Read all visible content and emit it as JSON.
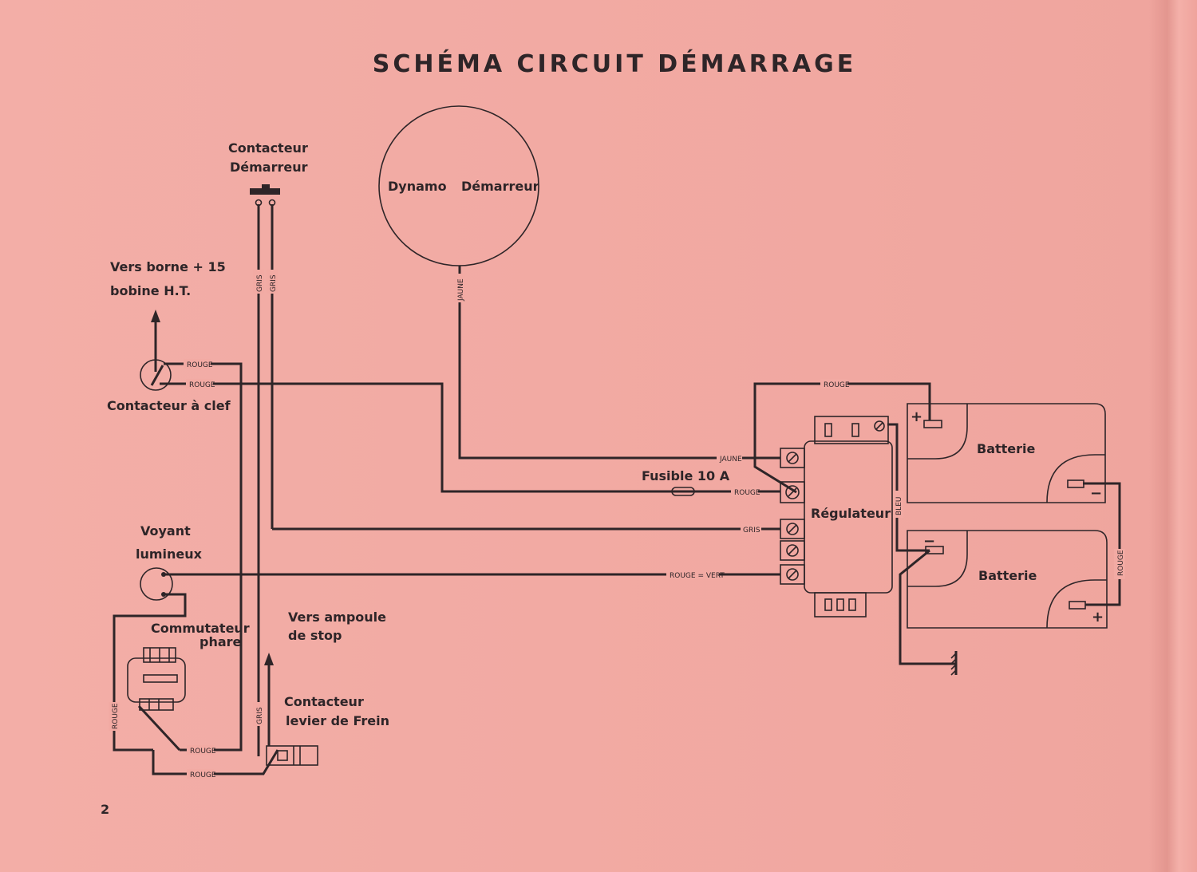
{
  "title": "SCHÉMA CIRCUIT DÉMARRAGE",
  "page_number": "2",
  "components": {
    "contacteur_demarreur": [
      "Contacteur",
      "Démarreur"
    ],
    "dynamo": "Dynamo",
    "demarreur": "Démarreur",
    "vers_borne": [
      "Vers borne + 15",
      "bobine H.T."
    ],
    "contacteur_clef": "Contacteur à clef",
    "fusible": "Fusible 10 A",
    "regulateur": "Régulateur",
    "batterie_top": "Batterie",
    "batterie_bottom": "Batterie",
    "voyant": [
      "Voyant",
      "lumineux"
    ],
    "commutateur": [
      "Commutateur",
      "phare"
    ],
    "vers_ampoule": [
      "Vers ampoule",
      "de stop"
    ],
    "contacteur_frein": [
      "Contacteur",
      "levier de Frein"
    ]
  },
  "terminals": {
    "plus": "+",
    "minus": "−"
  },
  "wire_labels": {
    "gris_1": "GRIS",
    "gris_2": "GRIS",
    "jaune_dynamo": "JAUNE",
    "rouge_clef_1": "ROUGE",
    "rouge_clef_2": "ROUGE",
    "rouge_top": "ROUGE",
    "jaune_reg": "JAUNE",
    "rouge_fusible": "ROUGE",
    "gris_reg": "GRIS",
    "rouge_vert": "ROUGE = VERT",
    "bleu": "BLEU",
    "rouge_batt": "ROUGE",
    "rouge_comm": "ROUGE",
    "gris_frein": "GRIS",
    "rouge_bottom_1": "ROUGE",
    "rouge_bottom_2": "ROUGE"
  }
}
